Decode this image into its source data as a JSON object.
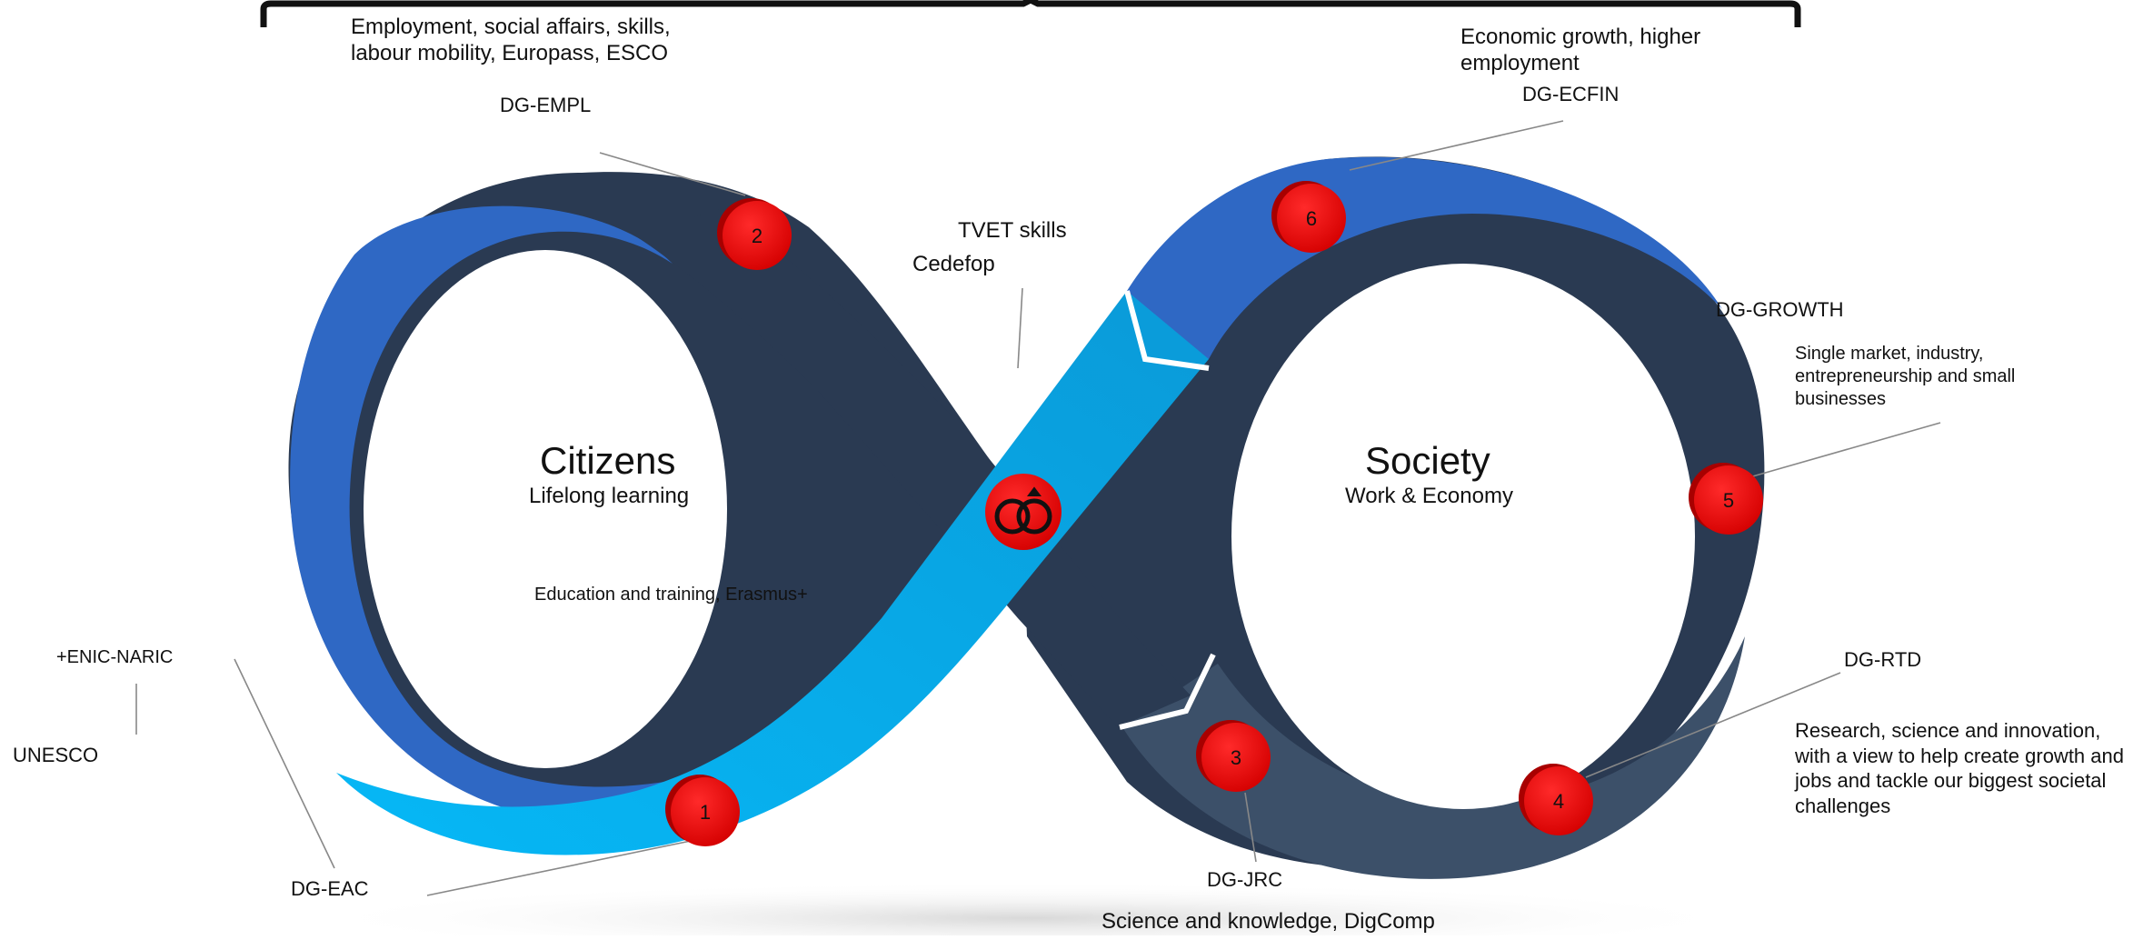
{
  "center": {
    "left": {
      "title": "Citizens",
      "subtitle": "Lifelong learning"
    },
    "right": {
      "title": "Society",
      "subtitle": "Work & Economy"
    },
    "hub_icon": "rings-icon"
  },
  "nodes": [
    {
      "number": "1",
      "label": "DG-EAC"
    },
    {
      "number": "2",
      "label": "DG-EMPL"
    },
    {
      "number": "3",
      "label": "DG-JRC"
    },
    {
      "number": "4",
      "label": "DG-RTD"
    },
    {
      "number": "5",
      "label": "DG-GROWTH"
    },
    {
      "number": "6",
      "label": "DG-ECFIN"
    }
  ],
  "descriptions": {
    "empl": "Employment, social affairs, skills, labour mobility, Europass, ESCO",
    "eac": "Education and training, Erasmus+",
    "jrc": "Science and knowledge, DigComp",
    "rtd": "Research, science and innovation, with a view to help create growth and jobs and tackle our biggest societal challenges",
    "growth": "Single market, industry, entrepreneurship and small businesses",
    "ecfin": "Economic growth, higher employment"
  },
  "others": {
    "tvet": "TVET skills",
    "cedefop": "Cedefop",
    "enic": "+ENIC-NARIC",
    "unesco": "UNESCO"
  },
  "colors": {
    "dark_band": "#2a3a52",
    "mid_blue": "#2f68c4",
    "light_blue": "#0aa8e6",
    "node_red": "#ee0000"
  }
}
